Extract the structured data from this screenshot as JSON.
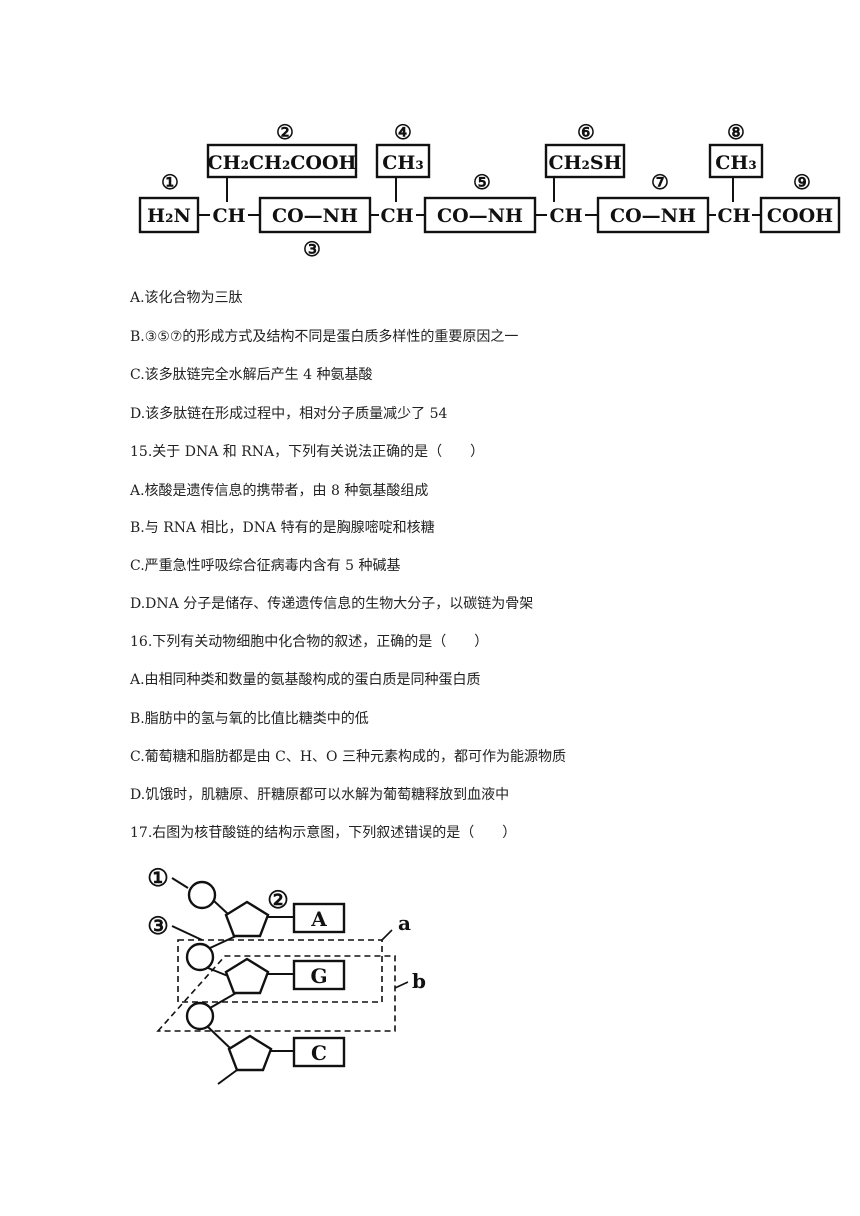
{
  "peptide_figure": {
    "markers": [
      "①",
      "②",
      "③",
      "④",
      "⑤",
      "⑥",
      "⑦",
      "⑧",
      "⑨"
    ],
    "groups": {
      "amino": "H₂N",
      "r1": "CH₂CH₂COOH",
      "r2": "CH₃",
      "r3": "CH₂SH",
      "r4": "CH₃",
      "carboxyl": "COOH",
      "ch": "CH",
      "peptide_bond": "CO—NH"
    }
  },
  "q14_options": [
    "A.该化合物为三肽",
    "B.③⑤⑦的形成方式及结构不同是蛋白质多样性的重要原因之一",
    "C.该多肽链完全水解后产生 4 种氨基酸",
    "D.该多肽链在形成过程中，相对分子质量减少了 54"
  ],
  "q15": {
    "stem": "15.关于 DNA 和 RNA，下列有关说法正确的是（　　）",
    "options": [
      "A.核酸是遗传信息的携带者，由 8 种氨基酸组成",
      "B.与 RNA 相比，DNA 特有的是胸腺嘧啶和核糖",
      "C.严重急性呼吸综合征病毒内含有 5 种碱基",
      "D.DNA 分子是储存、传递遗传信息的生物大分子，以碳链为骨架"
    ]
  },
  "q16": {
    "stem": "16.下列有关动物细胞中化合物的叙述，正确的是（　　）",
    "options": [
      "A.由相同种类和数量的氨基酸构成的蛋白质是同种蛋白质",
      "B.脂肪中的氢与氧的比值比糖类中的低",
      "C.葡萄糖和脂肪都是由 C、H、O 三种元素构成的，都可作为能源物质",
      "D.饥饿时，肌糖原、肝糖原都可以水解为葡萄糖释放到血液中"
    ]
  },
  "q17": {
    "stem": "17.右图为核苷酸链的结构示意图，下列叙述错误的是（　　）"
  },
  "nucleotide_figure": {
    "markers": [
      "①",
      "②",
      "③"
    ],
    "bases": [
      "A",
      "G",
      "C"
    ],
    "region_labels": [
      "a",
      "b"
    ]
  }
}
